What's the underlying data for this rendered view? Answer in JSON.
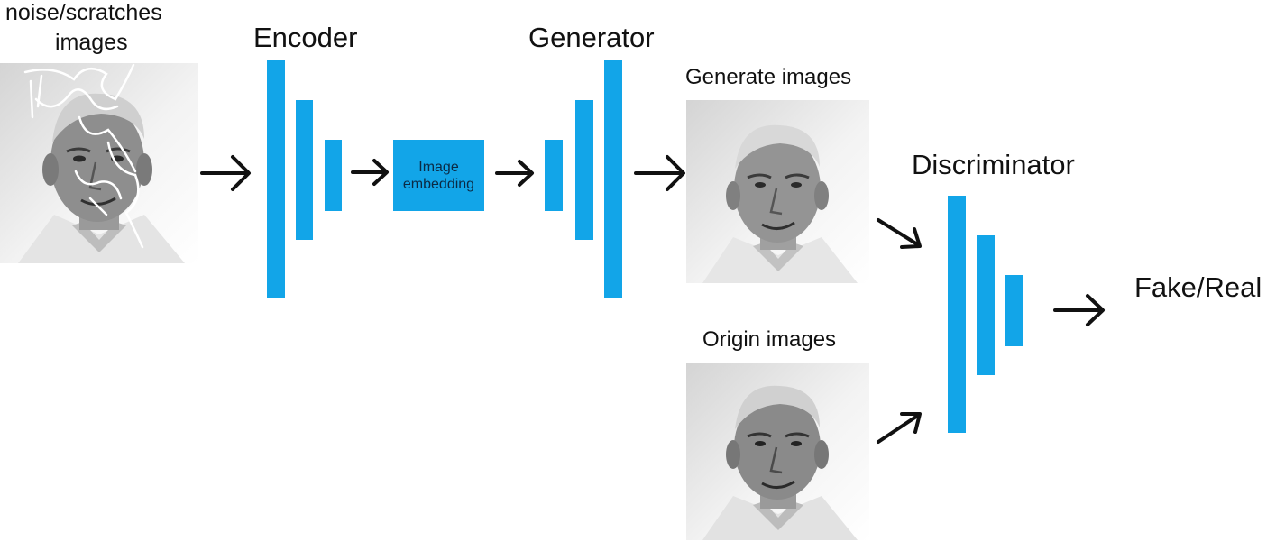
{
  "input": {
    "label_line1": "noise/scratches",
    "label_line2": "images"
  },
  "encoder": {
    "title": "Encoder"
  },
  "embedding": {
    "label": "Image\nembedding"
  },
  "generator": {
    "title": "Generator"
  },
  "generated": {
    "label": "Generate images"
  },
  "origin": {
    "label": "Origin images"
  },
  "discriminator": {
    "title": "Discriminator"
  },
  "output": {
    "label": "Fake/Real"
  },
  "colors": {
    "block": "#12a5e8",
    "arrow": "#111111",
    "scratch": "#ffffff"
  },
  "icons": {
    "arrow": "right-arrow-icon",
    "portrait": "portrait-photo"
  }
}
